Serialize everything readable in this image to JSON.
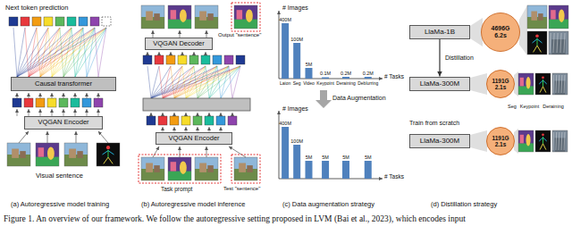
{
  "diagram": {
    "caption": "Figure 1. An overview of our framework. We follow the autoregressive setting proposed in LVM (Bai et al., 2023), which encodes input",
    "nodes": [
      {
        "text": [
          "Causal transformer"
        ]
      },
      {
        "text": [
          "VQGAN Encoder"
        ]
      },
      {
        "text": [
          "VQGAN Decoder"
        ]
      },
      {
        "text": [
          "VQGAN Encoder"
        ]
      },
      {
        "text": [
          "LlaMa-1B"
        ]
      },
      {
        "text": [
          "4696G 6.2s"
        ]
      },
      {
        "text": [
          "LlaMa-300M"
        ]
      },
      {
        "text": [
          "1191G 2.1s"
        ]
      },
      {
        "text": [
          "LlaMa-300M"
        ]
      },
      {
        "text": [
          "1191G 2.1s"
        ]
      }
    ],
    "edges": [
      {
        "from": 4,
        "to": 6,
        "label": "Distillation",
        "arrow": "to"
      }
    ],
    "labels": [
      "Next token prediction",
      "Visual sentence",
      "(a) Autoregressive model training",
      "Output \"sentence\"",
      "Task prompt",
      "Test \"sentence\"",
      "(b) Autoregressive model inference",
      "# Images",
      "400M",
      "100M",
      "5M",
      "0.1M",
      "0.2M",
      "0.2M",
      "Laion",
      "Seg",
      "Video",
      "Keypoint",
      "Deraining",
      "Deblurring",
      "# Tasks",
      "Data Augmentation",
      "# Images",
      "400M",
      "100M",
      "5M",
      "5M",
      "5M",
      "5M",
      "# Tasks",
      "(c) Data augmentation strategy",
      "Train from scratch",
      "Seg",
      "Keypoint",
      "Deraining",
      "(d) Distillation strategy"
    ]
  }
}
